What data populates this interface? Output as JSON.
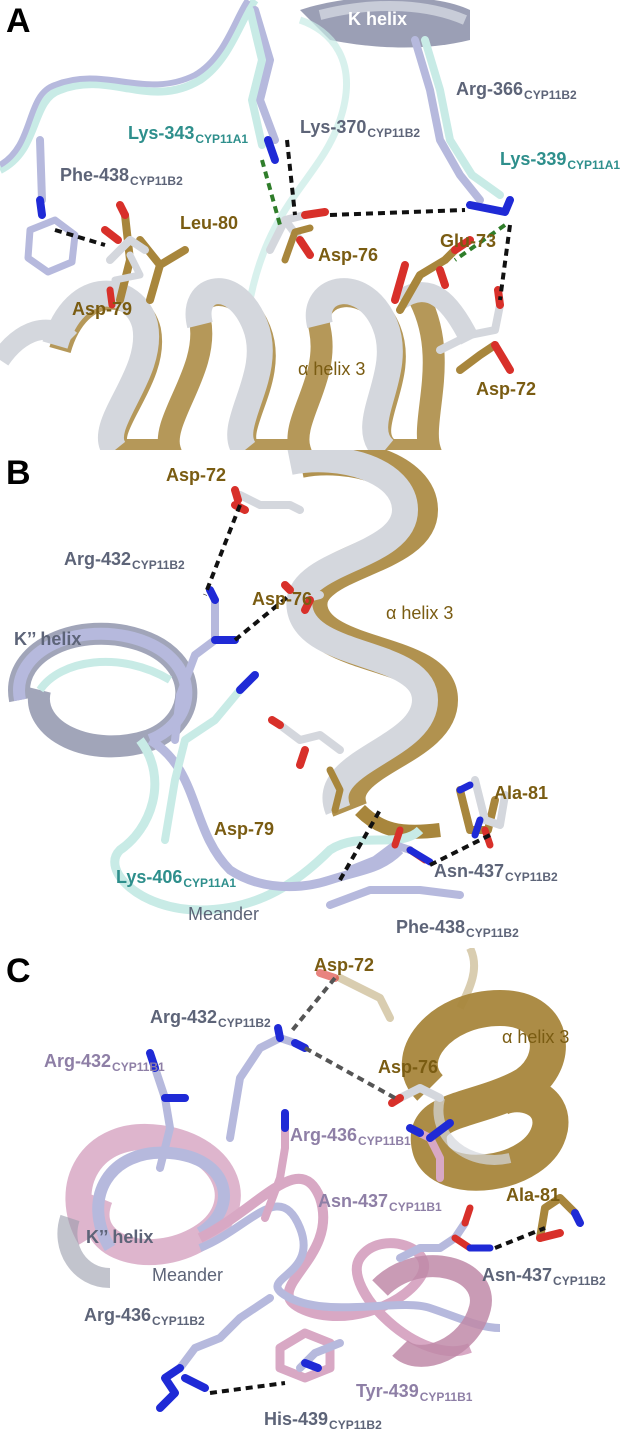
{
  "panels": [
    {
      "letter": "A",
      "labels": {
        "k_helix": "K helix",
        "arg366": {
          "main": "Arg-366",
          "sub": "CYP11B2"
        },
        "lys343": {
          "main": "Lys-343",
          "sub": "CYP11A1"
        },
        "lys370": {
          "main": "Lys-370",
          "sub": "CYP11B2"
        },
        "lys339": {
          "main": "Lys-339",
          "sub": "CYP11A1"
        },
        "phe438": {
          "main": "Phe-438",
          "sub": "CYP11B2"
        },
        "leu80": "Leu-80",
        "asp76": "Asp-76",
        "glu73": "Glu-73",
        "asp79": "Asp-79",
        "alpha_helix3": "α helix 3",
        "asp72": "Asp-72"
      }
    },
    {
      "letter": "B",
      "labels": {
        "asp72": "Asp-72",
        "arg432": {
          "main": "Arg-432",
          "sub": "CYP11B2"
        },
        "asp76": "Asp-76",
        "alpha_helix3": "α helix 3",
        "k2_helix": "K’’ helix",
        "ala81": "Ala-81",
        "asp79": "Asp-79",
        "lys406": {
          "main": "Lys-406",
          "sub": "CYP11A1"
        },
        "asn437": {
          "main": "Asn-437",
          "sub": "CYP11B2"
        },
        "meander": "Meander",
        "phe438": {
          "main": "Phe-438",
          "sub": "CYP11B2"
        }
      }
    },
    {
      "letter": "C",
      "labels": {
        "asp72": "Asp-72",
        "arg432b2": {
          "main": "Arg-432",
          "sub": "CYP11B2"
        },
        "alpha_helix3": "α helix 3",
        "arg432b1": {
          "main": "Arg-432",
          "sub": "CYP11B1"
        },
        "asp76": "Asp-76",
        "arg436b1": {
          "main": "Arg-436",
          "sub": "CYP11B1"
        },
        "asn437b1": {
          "main": "Asn-437",
          "sub": "CYP11B1"
        },
        "ala81": "Ala-81",
        "k2_helix": "K’’ helix",
        "meander": "Meander",
        "asn437b2": {
          "main": "Asn-437",
          "sub": "CYP11B2"
        },
        "arg436b2": {
          "main": "Arg-436",
          "sub": "CYP11B2"
        },
        "tyr439": {
          "main": "Tyr-439",
          "sub": "CYP11B1"
        },
        "his439": {
          "main": "His-439",
          "sub": "CYP11B2"
        }
      }
    }
  ],
  "colors": {
    "gold": "#a8863c",
    "grey": "#d4d7dd",
    "lavender": "#b6b9dd",
    "cyan": "#c8ebe6",
    "pink": "#d8a8c4",
    "nitrogen": "#1f2ad6",
    "oxygen": "#d8302a",
    "hbond_black": "#111111",
    "hbond_green": "#2f7d2a"
  }
}
